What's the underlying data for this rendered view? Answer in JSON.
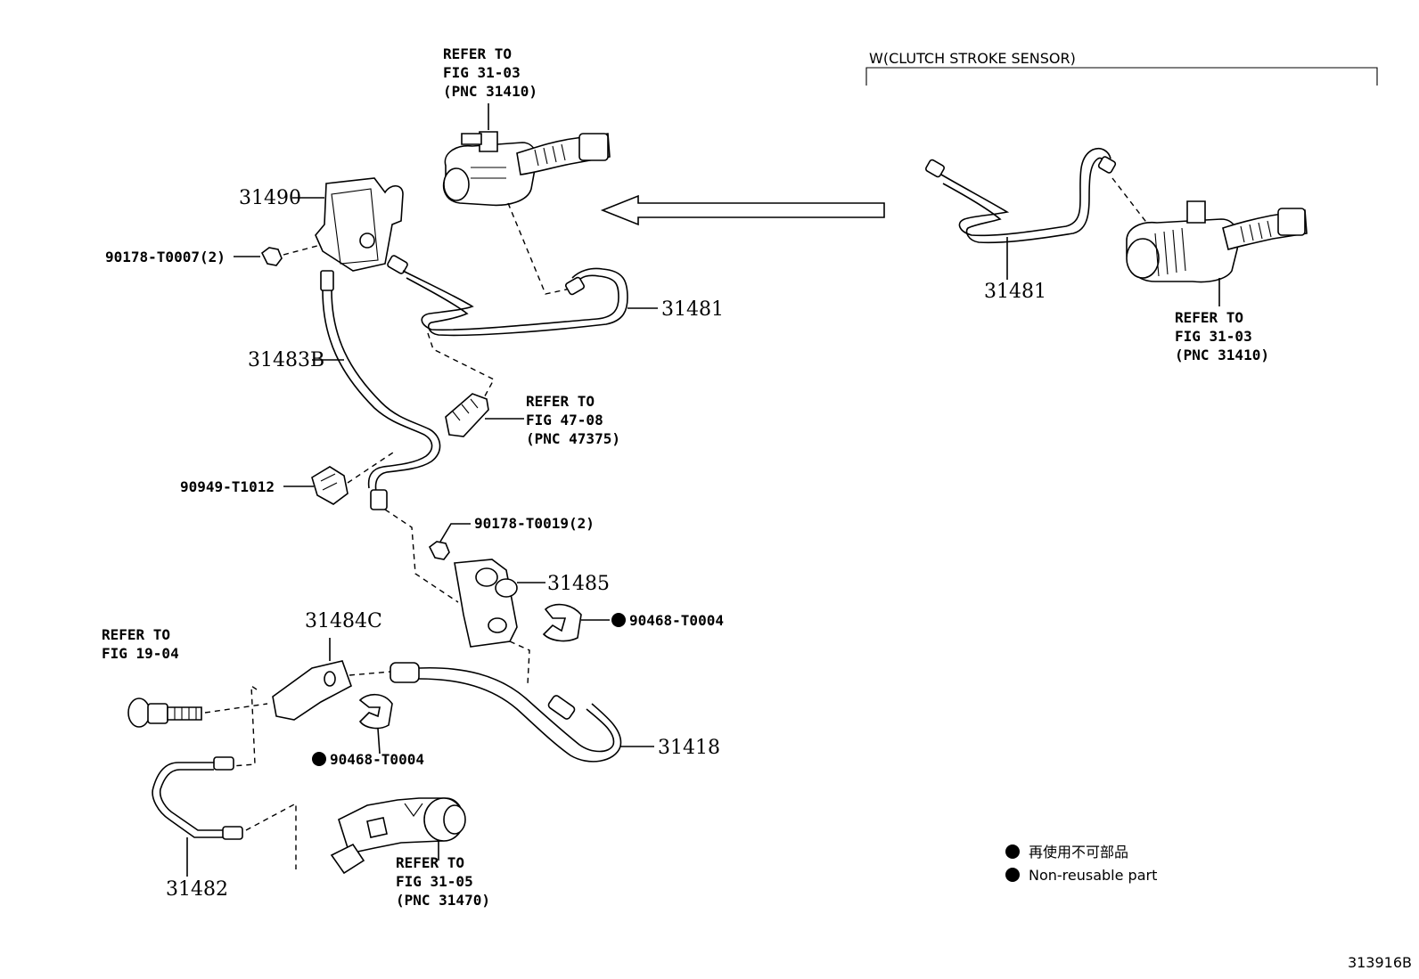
{
  "section_header": "W(CLUTCH STROKE SENSOR)",
  "figure_id": "313916B",
  "legend": {
    "line1": "再使用不可部品",
    "line2": "Non-reusable part"
  },
  "parts": {
    "p31490": "31490",
    "p90178_t0007": "90178-T0007(2)",
    "p31483b": "31483B",
    "p31481_main": "31481",
    "p31481_alt": "31481",
    "p90949": "90949-T1012",
    "p90178_t0019": "90178-T0019(2)",
    "p31485": "31485",
    "p90468_a": "90468-T0004",
    "p31484c": "31484C",
    "p31418": "31418",
    "p90468_b": "90468-T0004",
    "p31482": "31482"
  },
  "refs": {
    "ref_master_main": [
      "REFER TO",
      "FIG 31-03",
      "(PNC 31410)"
    ],
    "ref_master_alt": [
      "REFER TO",
      "FIG 31-03",
      "(PNC 31410)"
    ],
    "ref_clamp": [
      "REFER TO",
      "FIG 47-08",
      "(PNC 47375)"
    ],
    "ref_bolt": [
      "REFER TO",
      "FIG 19-04"
    ],
    "ref_release": [
      "REFER TO",
      "FIG 31-05",
      "(PNC 31470)"
    ]
  }
}
